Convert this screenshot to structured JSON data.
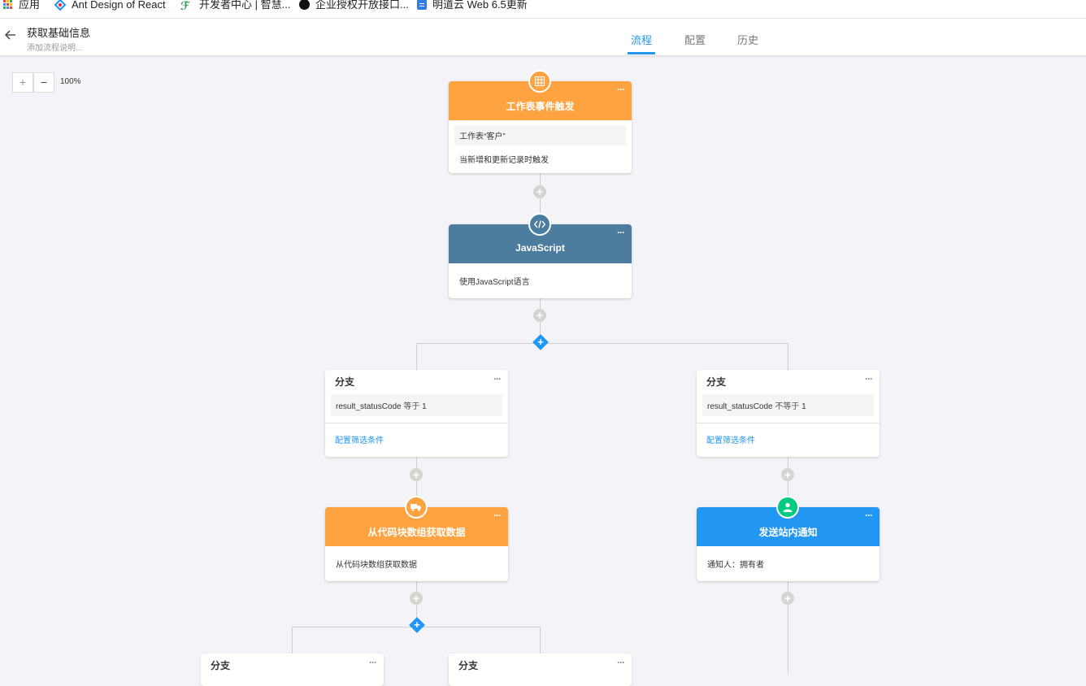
{
  "bookmarks": [
    {
      "label": "应用"
    },
    {
      "label": "Ant Design of React"
    },
    {
      "label": "开发者中心 | 智慧..."
    },
    {
      "label": "企业授权开放接口..."
    },
    {
      "label": "明道云 Web 6.5更新"
    }
  ],
  "header": {
    "title": "获取基础信息",
    "subtitle": "添加流程说明...",
    "tabs": [
      {
        "label": "流程",
        "active": true
      },
      {
        "label": "配置",
        "active": false
      },
      {
        "label": "历史",
        "active": false
      }
    ]
  },
  "zoom": {
    "plus": "+",
    "minus": "−",
    "level": "100%"
  },
  "nodes": {
    "trigger": {
      "title": "工作表事件触发",
      "color": "#ffa340",
      "icon": "table-icon",
      "line1": "工作表“客户”",
      "line2": "当新增和更新记录时触发",
      "more": "···"
    },
    "js": {
      "title": "JavaScript",
      "color": "#4c7d9e",
      "icon": "code-icon",
      "line1": "使用JavaScript语言",
      "more": "···"
    },
    "getdata": {
      "title": "从代码块数组获取数据",
      "color": "#ffa340",
      "icon": "truck-icon",
      "line1": "从代码块数组获取数据",
      "more": "···"
    },
    "notify": {
      "title": "发送站内通知",
      "color": "#2196f3",
      "badge_color": "#01ca83",
      "icon": "person-icon",
      "line1": "通知人：拥有者",
      "more": "···"
    }
  },
  "branches": {
    "left": {
      "title": "分支",
      "field": "result_statusCode",
      "op": "等于",
      "value": "1",
      "link": "配置筛选条件",
      "more": "···"
    },
    "right": {
      "title": "分支",
      "field": "result_statusCode",
      "op": "不等于",
      "value": "1",
      "link": "配置筛选条件",
      "more": "···"
    },
    "sub_left": {
      "title": "分支",
      "more": "···"
    },
    "sub_right": {
      "title": "分支",
      "more": "···"
    }
  },
  "colors": {
    "accent": "#2196f3",
    "canvas": "#f4f4f8",
    "wire": "#cfcfcf"
  }
}
